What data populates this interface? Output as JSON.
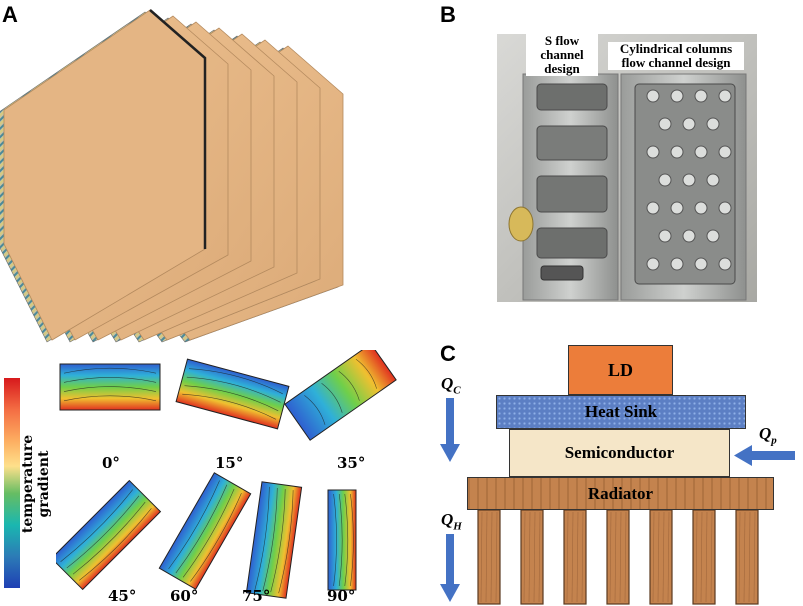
{
  "panels": {
    "a": "A",
    "b": "B",
    "c": "C"
  },
  "panel_b": {
    "label_left": [
      "S flow",
      "channel",
      "design"
    ],
    "label_right": [
      "Cylindrical columns",
      "flow channel design"
    ]
  },
  "colorbar": {
    "label": "temperature gradient"
  },
  "angles": [
    "0°",
    "15°",
    "35°",
    "45°",
    "60°",
    "75°",
    "90°"
  ],
  "panel_c": {
    "ld": "LD",
    "heat_sink": "Heat Sink",
    "semiconductor": "Semiconductor",
    "radiator": "Radiator",
    "qc": "Q",
    "qc_sub": "C",
    "qh": "Q",
    "qh_sub": "H",
    "qp": "Q",
    "qp_sub": "p"
  },
  "colors": {
    "plate": "#e4b584",
    "ld": "#ec7d3a",
    "heat_sink": "#5c7fc4",
    "semiconductor": "#f5e6c8",
    "radiator": "#c4834e",
    "arrow": "#4472c4"
  }
}
